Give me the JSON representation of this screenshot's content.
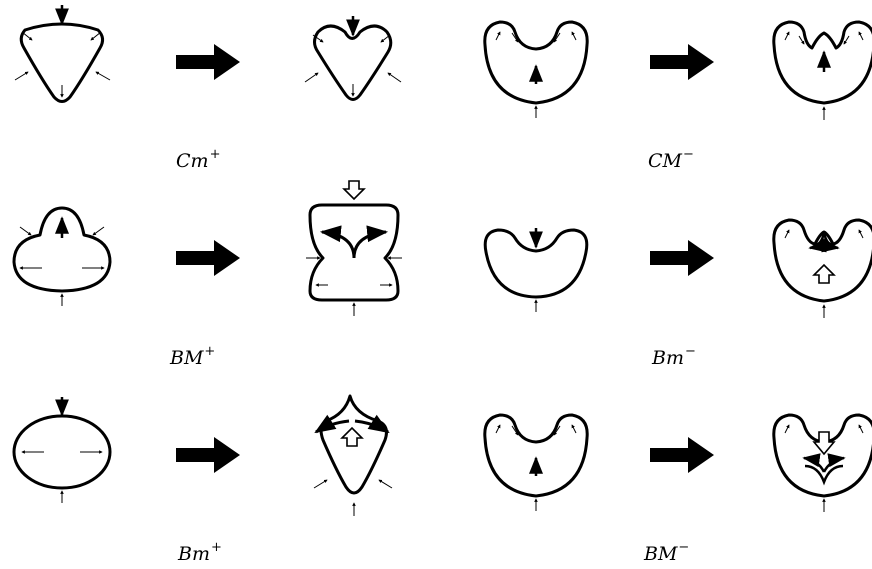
{
  "labels": {
    "row1_left": {
      "base": "Cm",
      "sign": "+"
    },
    "row1_right": {
      "base": "CM",
      "sign": "−"
    },
    "row2_left": {
      "base": "BM",
      "sign": "+"
    },
    "row2_right": {
      "base": "Bm",
      "sign": "−"
    },
    "row3_left": {
      "base": "Bm",
      "sign": "+"
    },
    "row3_right": {
      "base": "BM",
      "sign": "−"
    }
  },
  "icons": [
    "transition-arrow-icon",
    "inward-arrow-icon",
    "outward-arrow-icon",
    "hollow-arrow-icon"
  ]
}
